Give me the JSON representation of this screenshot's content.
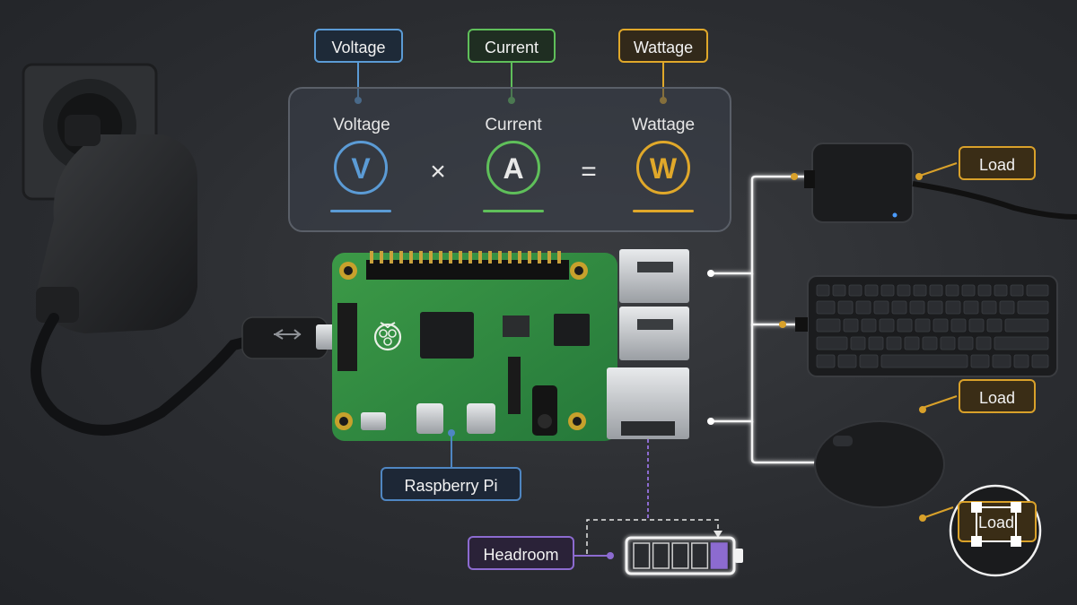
{
  "callouts": {
    "voltage": "Voltage",
    "current": "Current",
    "wattage": "Wattage",
    "load_1": "Load",
    "load_2": "Load",
    "load_3": "Load",
    "raspberry_pi": "Raspberry Pi",
    "headroom": "Headroom"
  },
  "formula": {
    "voltage_label": "Voltage",
    "voltage_symbol": "V",
    "multiply": "×",
    "current_label": "Current",
    "current_symbol": "A",
    "equals": "=",
    "wattage_label": "Wattage",
    "wattage_symbol": "W"
  },
  "battery": {
    "segments": 5,
    "filled_segments": 1
  },
  "colors": {
    "voltage": "#5b9bd5",
    "current": "#5fbf5a",
    "wattage": "#e0a82a",
    "load": "#d9a12a",
    "pi": "#4f86c2",
    "headroom": "#8c6bd0",
    "board": "#2f8a3e"
  }
}
